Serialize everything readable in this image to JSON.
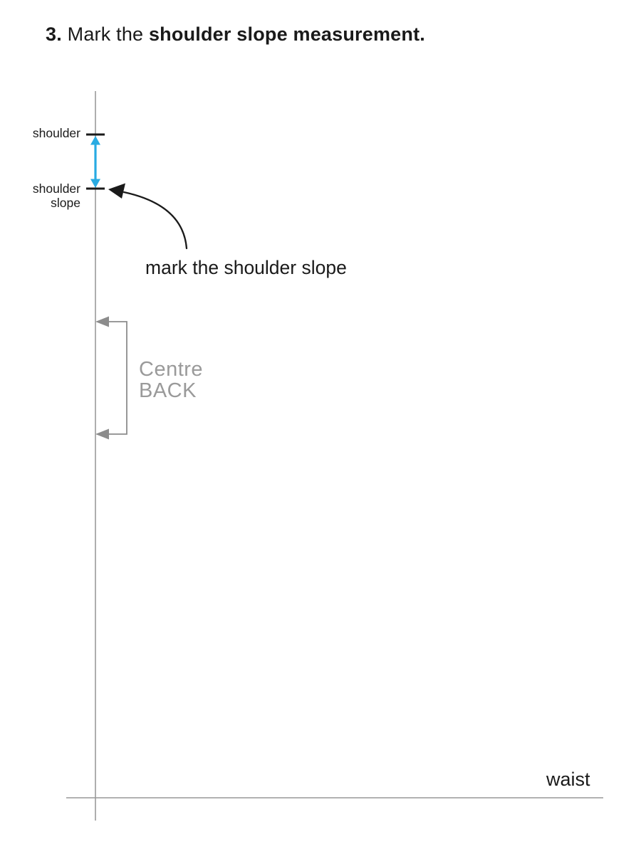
{
  "title": {
    "step_number": "3.",
    "lead_text": " Mark the ",
    "emphasis_text": "shoulder slope measurement."
  },
  "diagram": {
    "shoulder_label": "shoulder",
    "shoulder_slope_label": "shoulder\nslope",
    "annotation": "mark the shoulder slope",
    "centre_back_label": "Centre\nBACK",
    "waist_label": "waist",
    "colors": {
      "accent_blue": "#29ABE2",
      "guide_line_gray": "#999999",
      "bracket_gray": "#8C8C8C",
      "centre_back_text_gray": "#9A9A9A",
      "ink_black": "#1A1A1A"
    }
  }
}
